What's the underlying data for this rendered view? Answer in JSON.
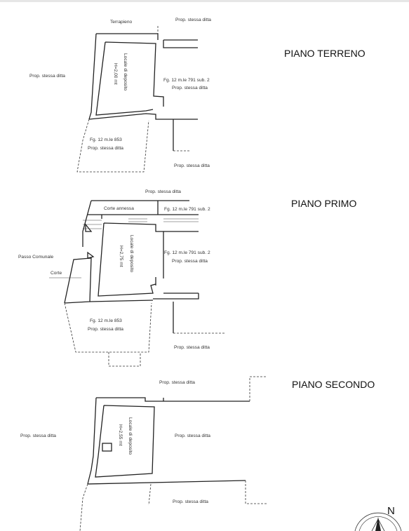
{
  "floors": {
    "terreno": {
      "title": "PIANO TERRENO",
      "labels": {
        "terrapieno": "Terrapieno",
        "prop_top": "Prop. stessa ditta",
        "prop_left": "Prop. stessa ditta",
        "locale": "Locale di deposito",
        "height": "H=2,00 mt",
        "fg791": "Fg. 12 m.le 791 sub. 2",
        "prop_right": "Prop. stessa ditta",
        "fg853": "Fg. 12 m.le 853",
        "prop_853": "Prop. stessa ditta",
        "prop_bottom": "Prop. stessa ditta"
      }
    },
    "primo": {
      "title": "PIANO PRIMO",
      "labels": {
        "prop_top": "Prop. stessa ditta",
        "corte_annessa": "Corte annessa",
        "fg791_top": "Fg. 12 m.le 791 sub. 2",
        "passo": "Passo Comunale",
        "corte": "Corte",
        "locale": "Locale di deposito",
        "height": "H=2,75 mt",
        "fg791": "Fg. 12 m.le 791 sub. 2",
        "prop_right": "Prop. stessa ditta",
        "fg853": "Fg. 12 m.le 853",
        "prop_853": "Prop. stessa ditta",
        "prop_bottom": "Prop. stessa ditta"
      }
    },
    "secondo": {
      "title": "PIANO SECONDO",
      "labels": {
        "prop_top": "Prop. stessa ditta",
        "prop_left": "Prop. stessa ditta",
        "locale": "Locale di deposito",
        "height": "H=2,55 mt",
        "prop_right": "Prop. stessa ditta",
        "prop_bottom": "Prop. stessa ditta"
      }
    }
  },
  "north_label": "N"
}
